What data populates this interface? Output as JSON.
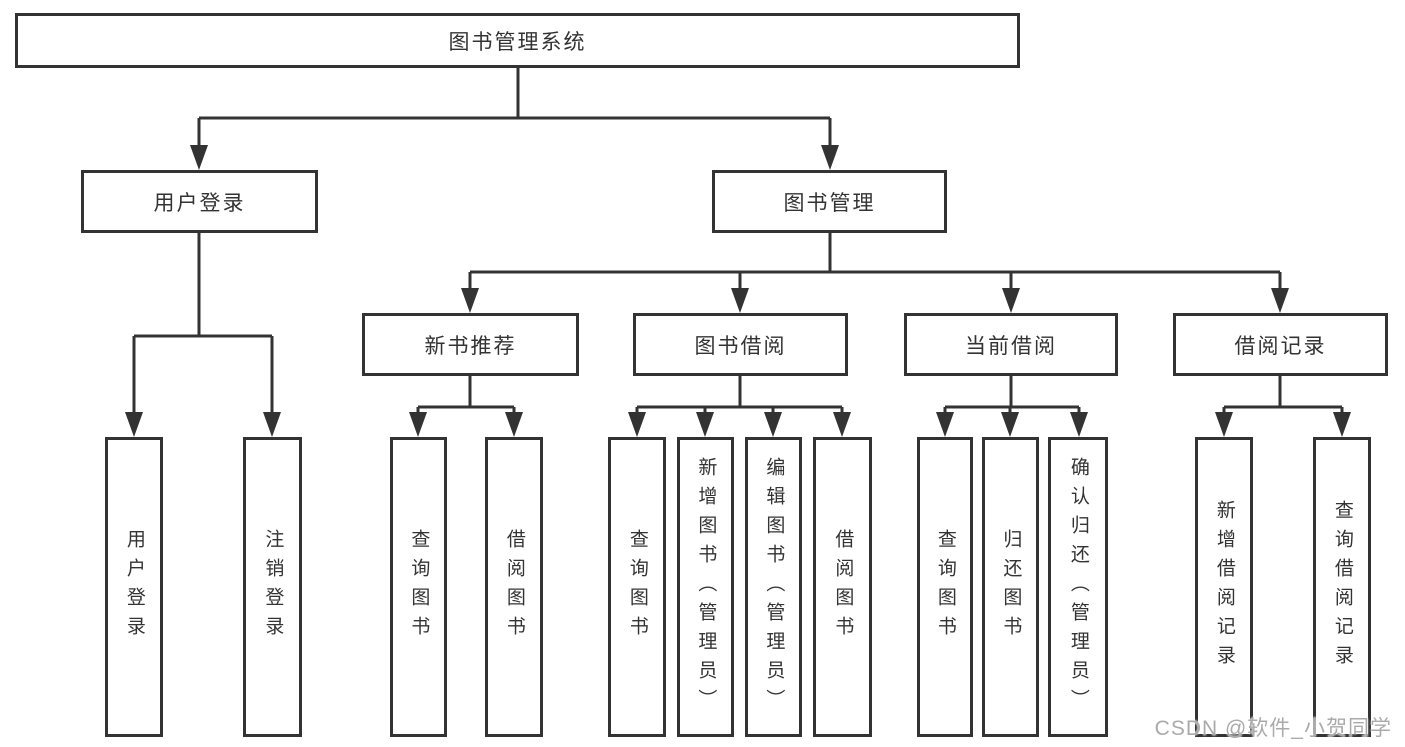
{
  "title": "图书管理系统",
  "watermark": "CSDN @软件_小贺同学",
  "branches": {
    "user_login": {
      "label": "用户登录",
      "children": {
        "login": "用户登录",
        "logout": "注销登录"
      }
    },
    "book_mgmt": {
      "label": "图书管理",
      "sections": {
        "new_books": {
          "label": "新书推荐",
          "children": {
            "query": "查询图书",
            "borrow": "借阅图书"
          }
        },
        "book_borrow": {
          "label": "图书借阅",
          "children": {
            "query": "查询图书",
            "add": "新增图书（管理员）",
            "edit": "编辑图书（管理员）",
            "borrow": "借阅图书"
          }
        },
        "current_borrow": {
          "label": "当前借阅",
          "children": {
            "query": "查询图书",
            "return": "归还图书",
            "confirm": "确认归还（管理员）"
          }
        },
        "borrow_records": {
          "label": "借阅记录",
          "children": {
            "add": "新增借阅记录",
            "query": "查询借阅记录"
          }
        }
      }
    }
  }
}
